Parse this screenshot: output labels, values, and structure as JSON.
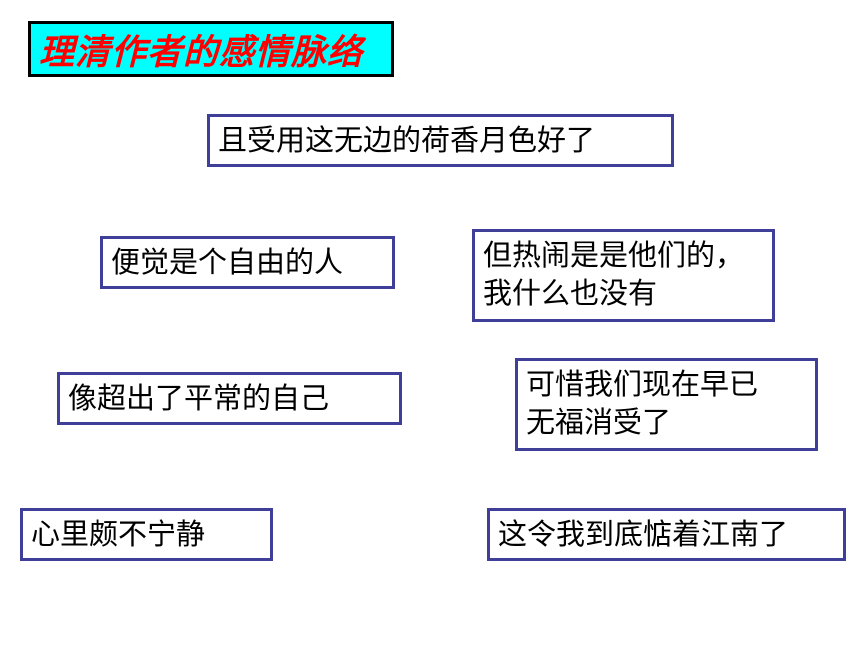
{
  "title": "理清作者的感情脉络",
  "boxes": {
    "top": "且受用这无边的荷香月色好了",
    "a": "便觉是个自由的人",
    "b": [
      "但热闹是是他们的，",
      "我什么也没有"
    ],
    "c": "像超出了平常的自己",
    "d": [
      "可惜我们现在早已",
      "无福消受了"
    ],
    "e": "心里颇不宁静",
    "f": "这令我到底惦着江南了"
  },
  "colors": {
    "title_bg": "#00ffff",
    "title_text": "#ff0000",
    "box_border": "#3f3f9a"
  }
}
